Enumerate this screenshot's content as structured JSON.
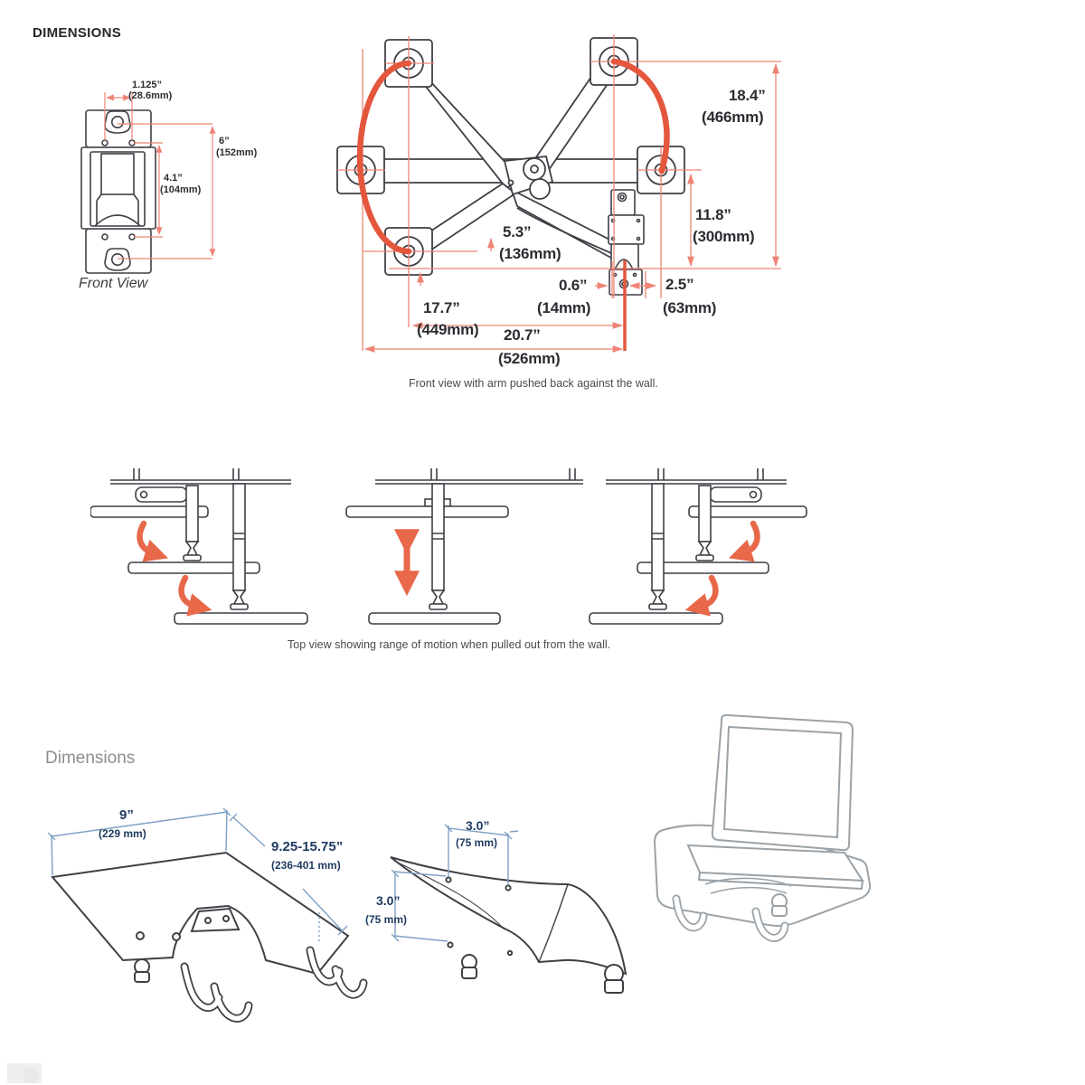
{
  "header": {
    "title": "DIMENSIONS"
  },
  "front_view": {
    "caption": "Front View",
    "hole_spacing_in": "1.125”",
    "hole_spacing_mm": "(28.6mm)",
    "height_in": "6”",
    "height_mm": "(152mm)",
    "hole_height_in": "4.1”",
    "hole_height_mm": "(104mm)"
  },
  "arm_view": {
    "caption": "Front view with arm pushed back against the wall.",
    "lift_in": "18.4”",
    "lift_mm": "(466mm)",
    "drop_in": "11.8”",
    "drop_mm": "(300mm)",
    "offset_in": "5.3”",
    "offset_mm": "(136mm)",
    "gap_in": "0.6”",
    "gap_mm": "(14mm)",
    "side_in": "2.5”",
    "side_mm": "(63mm)",
    "reach_in": "17.7”",
    "reach_mm": "(449mm)",
    "width_in": "20.7”",
    "width_mm": "(526mm)"
  },
  "top_view": {
    "caption": "Top view showing range of motion when pulled out from the wall."
  },
  "tray_section": {
    "title": "Dimensions",
    "tray_width_in": "9”",
    "tray_width_mm": "(229 mm)",
    "tray_depth_in": "9.25-15.75”",
    "tray_depth_mm": "(236-401 mm)",
    "vesa_width_in": "3.0”",
    "vesa_width_mm": "(75 mm)",
    "vesa_height_in": "3.0”",
    "vesa_height_mm": "(75 mm)"
  },
  "colors": {
    "accent_red": "#e4573d",
    "dim_red": "#ee8475",
    "line_dark": "#3f3f46",
    "dim_blue": "#7fa0c4",
    "label_navy": "#1e3a5f",
    "caption_gray": "#4a4a4a",
    "subtitle_gray": "#8d8d8d"
  }
}
